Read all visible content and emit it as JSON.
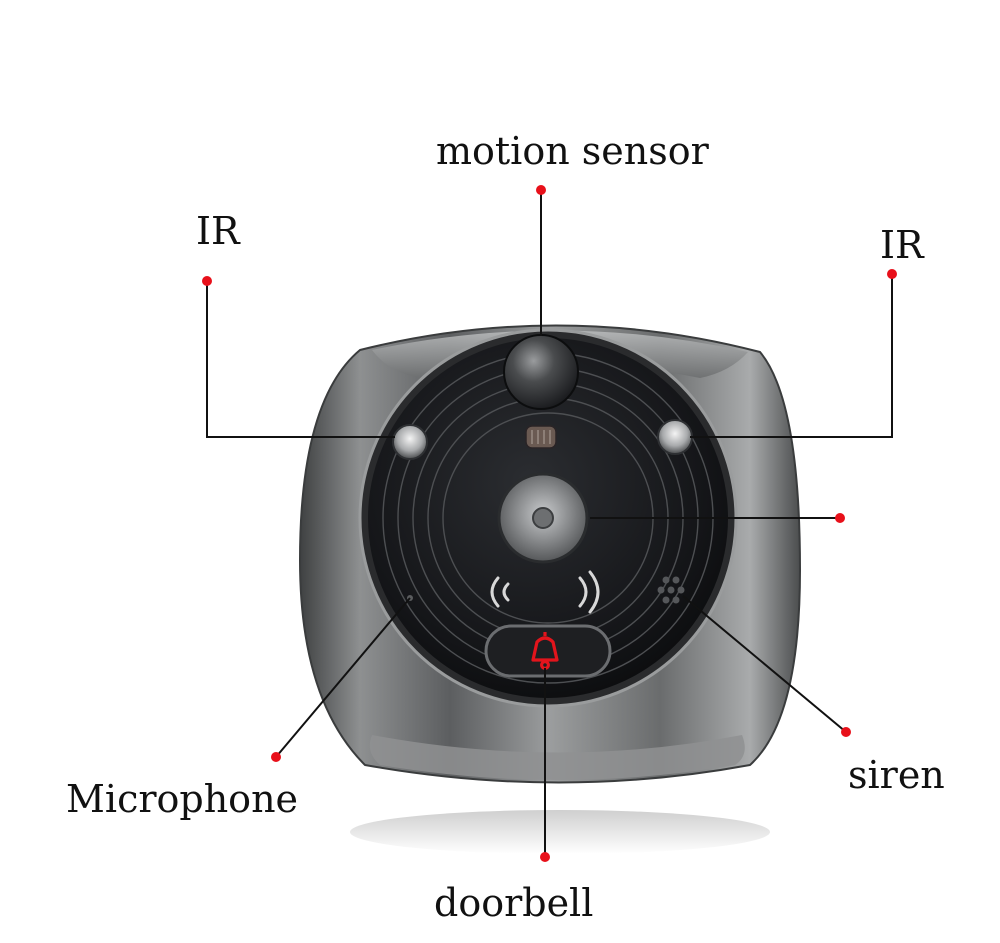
{
  "labels": {
    "motion_sensor": "motion sensor",
    "ir_left": "IR",
    "ir_right": "IR",
    "microphone": "Microphone",
    "siren": "siren",
    "doorbell": "doorbell"
  },
  "colors": {
    "leader_line": "#111111",
    "marker_dot": "#e8101a",
    "bell_icon": "#e3141c",
    "housing": "#7d7f80",
    "face": "#141518"
  },
  "icons": {
    "bell": "bell-icon",
    "wave_left": "sound-wave-left-icon",
    "wave_right": "sound-wave-right-icon"
  }
}
